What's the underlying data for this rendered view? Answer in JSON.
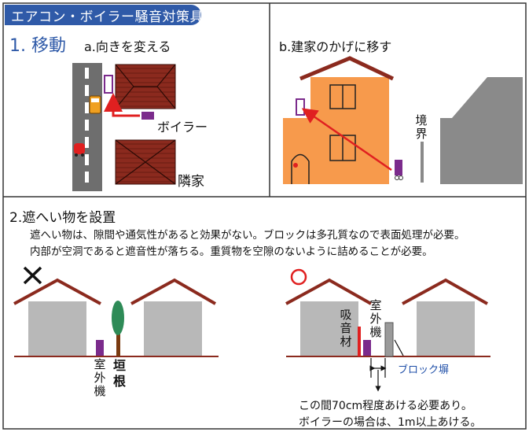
{
  "title": "エアコン・ボイラー騒音対策具体例",
  "section1": {
    "heading": "1. 移動",
    "sub_a": "a.向きを変える",
    "sub_b": "b.建家のかげに移す",
    "boiler_label": "ボイラー",
    "neighbor_label": "隣家",
    "boundary_label": "境界"
  },
  "section2": {
    "heading": "2.遮へい物を設置",
    "body_line1": "遮へい物は、隙間や通気性があると効果がない。ブロックは多孔質なので表面処理が必要。",
    "body_line2": "内部が空洞であると遮音性が落ちる。重質物を空隙のないように詰めることが必要。",
    "bad_mark": "✕",
    "good_mark": "○",
    "outdoor_unit_label": "室外機",
    "hedge_label": "垣根",
    "absorber_label": "吸音材",
    "block_wall_label": "ブロック塀",
    "note_line1": "この間70cm程度あける必要あり。",
    "note_line2": "ボイラーの場合は、1m以上あける。"
  },
  "colors": {
    "title_bg": "#2f5aa8",
    "heading_blue": "#2f5aa8",
    "roof_brown": "#8b2a1e",
    "wall_orange": "#f79a4c",
    "house_gray": "#b8b8b8",
    "unit_purple": "#7b2b8c",
    "arrow_red": "#e02020"
  }
}
